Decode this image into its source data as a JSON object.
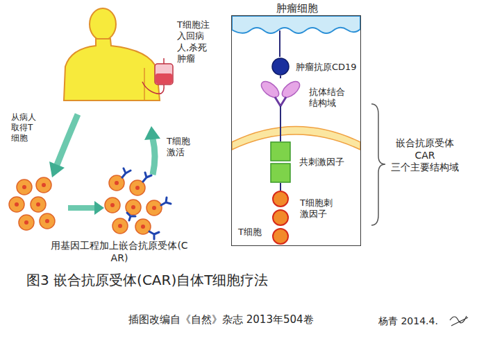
{
  "diagram": {
    "caption": "图3 嵌合抗原受体(CAR)自体T细胞疗法",
    "nodes": [
      {
        "text": [
          "肿瘤细胞"
        ]
      },
      {
        "text": [
          "肿瘤抗原CD19"
        ],
        "in": 0
      },
      {
        "text": [
          "抗体结合结构域"
        ],
        "in": 0
      },
      {
        "text": [
          "共刺激因子"
        ],
        "in": 0
      },
      {
        "text": [
          "T细胞刺激因子"
        ],
        "in": 0
      }
    ],
    "edges": [
      {
        "from": 1,
        "to": 2,
        "arrow": "none"
      },
      {
        "from": 2,
        "to": 3,
        "arrow": "none"
      },
      {
        "from": 3,
        "to": 4,
        "arrow": "none"
      }
    ],
    "labels": [
      "T细胞注入回病人,杀死肿瘤",
      "从病人取得T细胞",
      "T细胞激活",
      "用基因工程加上嵌合抗原受体(CAR)",
      "T细胞",
      "嵌合抗原受体 CAR 三个主要结构域",
      "插图改编自《自然》杂志 2013年504卷",
      "杨青 2014.4."
    ]
  }
}
